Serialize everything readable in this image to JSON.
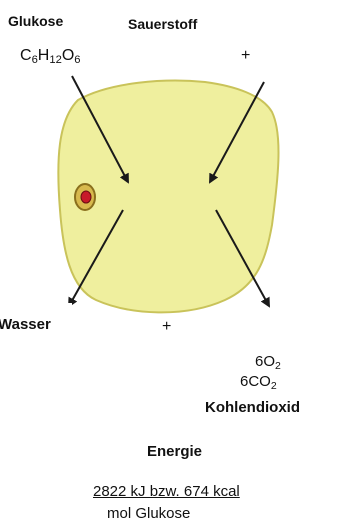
{
  "labels": {
    "glukose": "Glukose",
    "sauerstoff": "Sauerstoff",
    "glucose_formula": {
      "c": "C",
      "c_sub": "6",
      "h": "H",
      "h_sub": "12",
      "o": "O",
      "o_sub": "6"
    },
    "plus_top": "+",
    "plus_bottom": "+",
    "wasser": "Wasser",
    "oxygen_formula": {
      "coeff": "6O",
      "sub": "2"
    },
    "co2_formula": {
      "coeff": "6CO",
      "sub": "2"
    },
    "kohlendioxid": "Kohlendioxid",
    "energie": "Energie",
    "energy_amount": "2822 kJ bzw. 674 kcal",
    "energy_unit": "mol Glukose"
  },
  "colors": {
    "cell_fill": "#efef9e",
    "cell_stroke": "#c9c35a",
    "nucleus_outer": "#b08f2a",
    "nucleus_inner": "#c8192a",
    "arrow": "#1a1a1a"
  }
}
